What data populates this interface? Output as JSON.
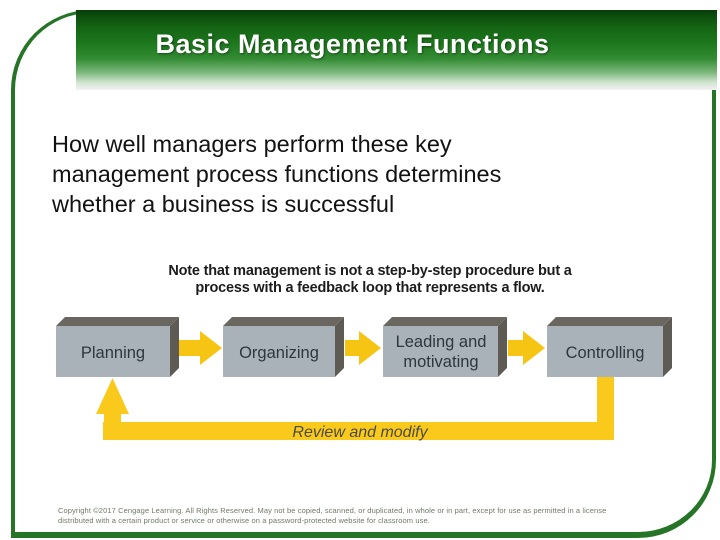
{
  "slide": {
    "title": "Basic Management Functions",
    "body_lines": [
      "How well managers perform these key",
      "management process functions determines",
      "whether a business is successful"
    ],
    "note_lines": [
      "Note that management is not a step-by-step procedure but a",
      "process with a feedback loop that represents a flow."
    ],
    "copyright_lines": [
      "Copyright ©2017 Cengage Learning. All Rights Reserved. May not be copied, scanned, or duplicated, in whole or in part, except for use as permitted in a license",
      "distributed with a certain product or service or otherwise on a password-protected website for classroom use."
    ]
  },
  "diagram": {
    "boxes": [
      {
        "label": "Planning"
      },
      {
        "label": "Organizing"
      },
      {
        "lines": [
          "Leading and",
          "motivating"
        ]
      },
      {
        "label": "Controlling"
      }
    ],
    "feedback_label": "Review and modify"
  },
  "colors": {
    "frame_green": "#267426",
    "title_gradient_top": "#0a430a",
    "box_front": "#a9b1b9",
    "box_side": "#5e5b55",
    "box_top": "#6a6760",
    "arrow_yellow": "#f6c413",
    "loop_yellow": "#f9c91c",
    "box_text": "#2e3640",
    "copyright_text": "#6e7a68"
  }
}
